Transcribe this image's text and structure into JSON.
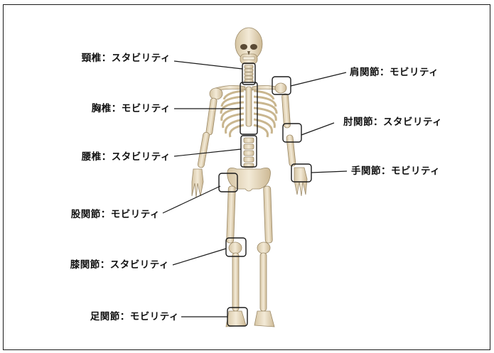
{
  "labels": {
    "cervical": "頸椎：スタビリティ",
    "thoracic": "胸椎：モビリティ",
    "lumbar": "腰椎：スタビリティ",
    "hip": "股関節：モビリティ",
    "knee": "膝関節：スタビリティ",
    "ankle": "足関節：モビリティ",
    "shoulder": "肩関節：モビリティ",
    "elbow": "肘関節：スタビリティ",
    "wrist": "手関節：モビリティ"
  },
  "colors": {
    "bone": "#eee3cc",
    "bone_shade": "#cdbb98",
    "bone_dark": "#8d7b5c",
    "line": "#1a1a1a"
  }
}
